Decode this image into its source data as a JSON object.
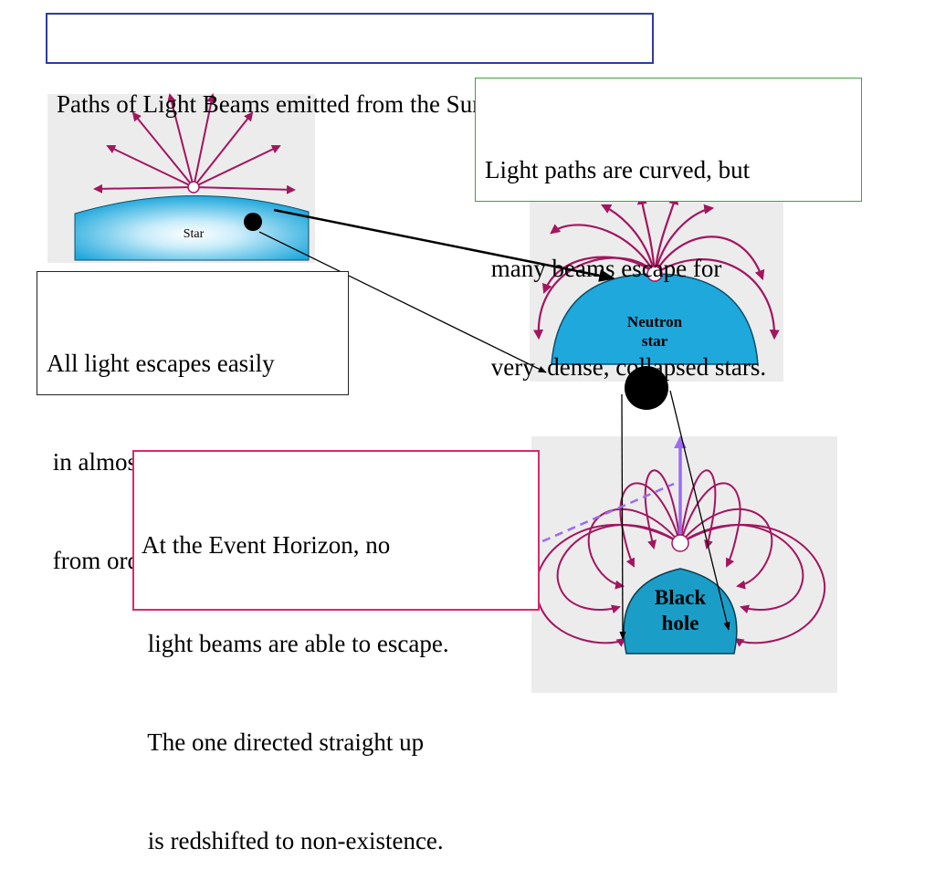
{
  "title": "Paths of Light Beams emitted from the Surface",
  "notes": {
    "neutron": [
      "Light paths are curved, but",
      " many beams escape for",
      " very  dense, collapsed stars."
    ],
    "ordinary": [
      "All light escapes easily",
      " in almost straight lines",
      " from ordinary stars."
    ],
    "black_hole": [
      "At the Event Horizon, no",
      " light beams are able to escape.",
      " The one directed straight up",
      " is redshifted to non-existence."
    ]
  },
  "labels": {
    "star": "Star",
    "neutron_star": [
      "Neutron",
      "star"
    ],
    "black_hole": [
      "Black",
      "hole"
    ]
  },
  "colors": {
    "beam": "#a3155f",
    "star_fill": "#1fa8dc",
    "panel_bg": "#ececec",
    "dashed_beam": "#9b6cf0",
    "title_border": "#2f3aa6",
    "note_green": "#33aa33",
    "note_pink": "#d62a6a"
  }
}
